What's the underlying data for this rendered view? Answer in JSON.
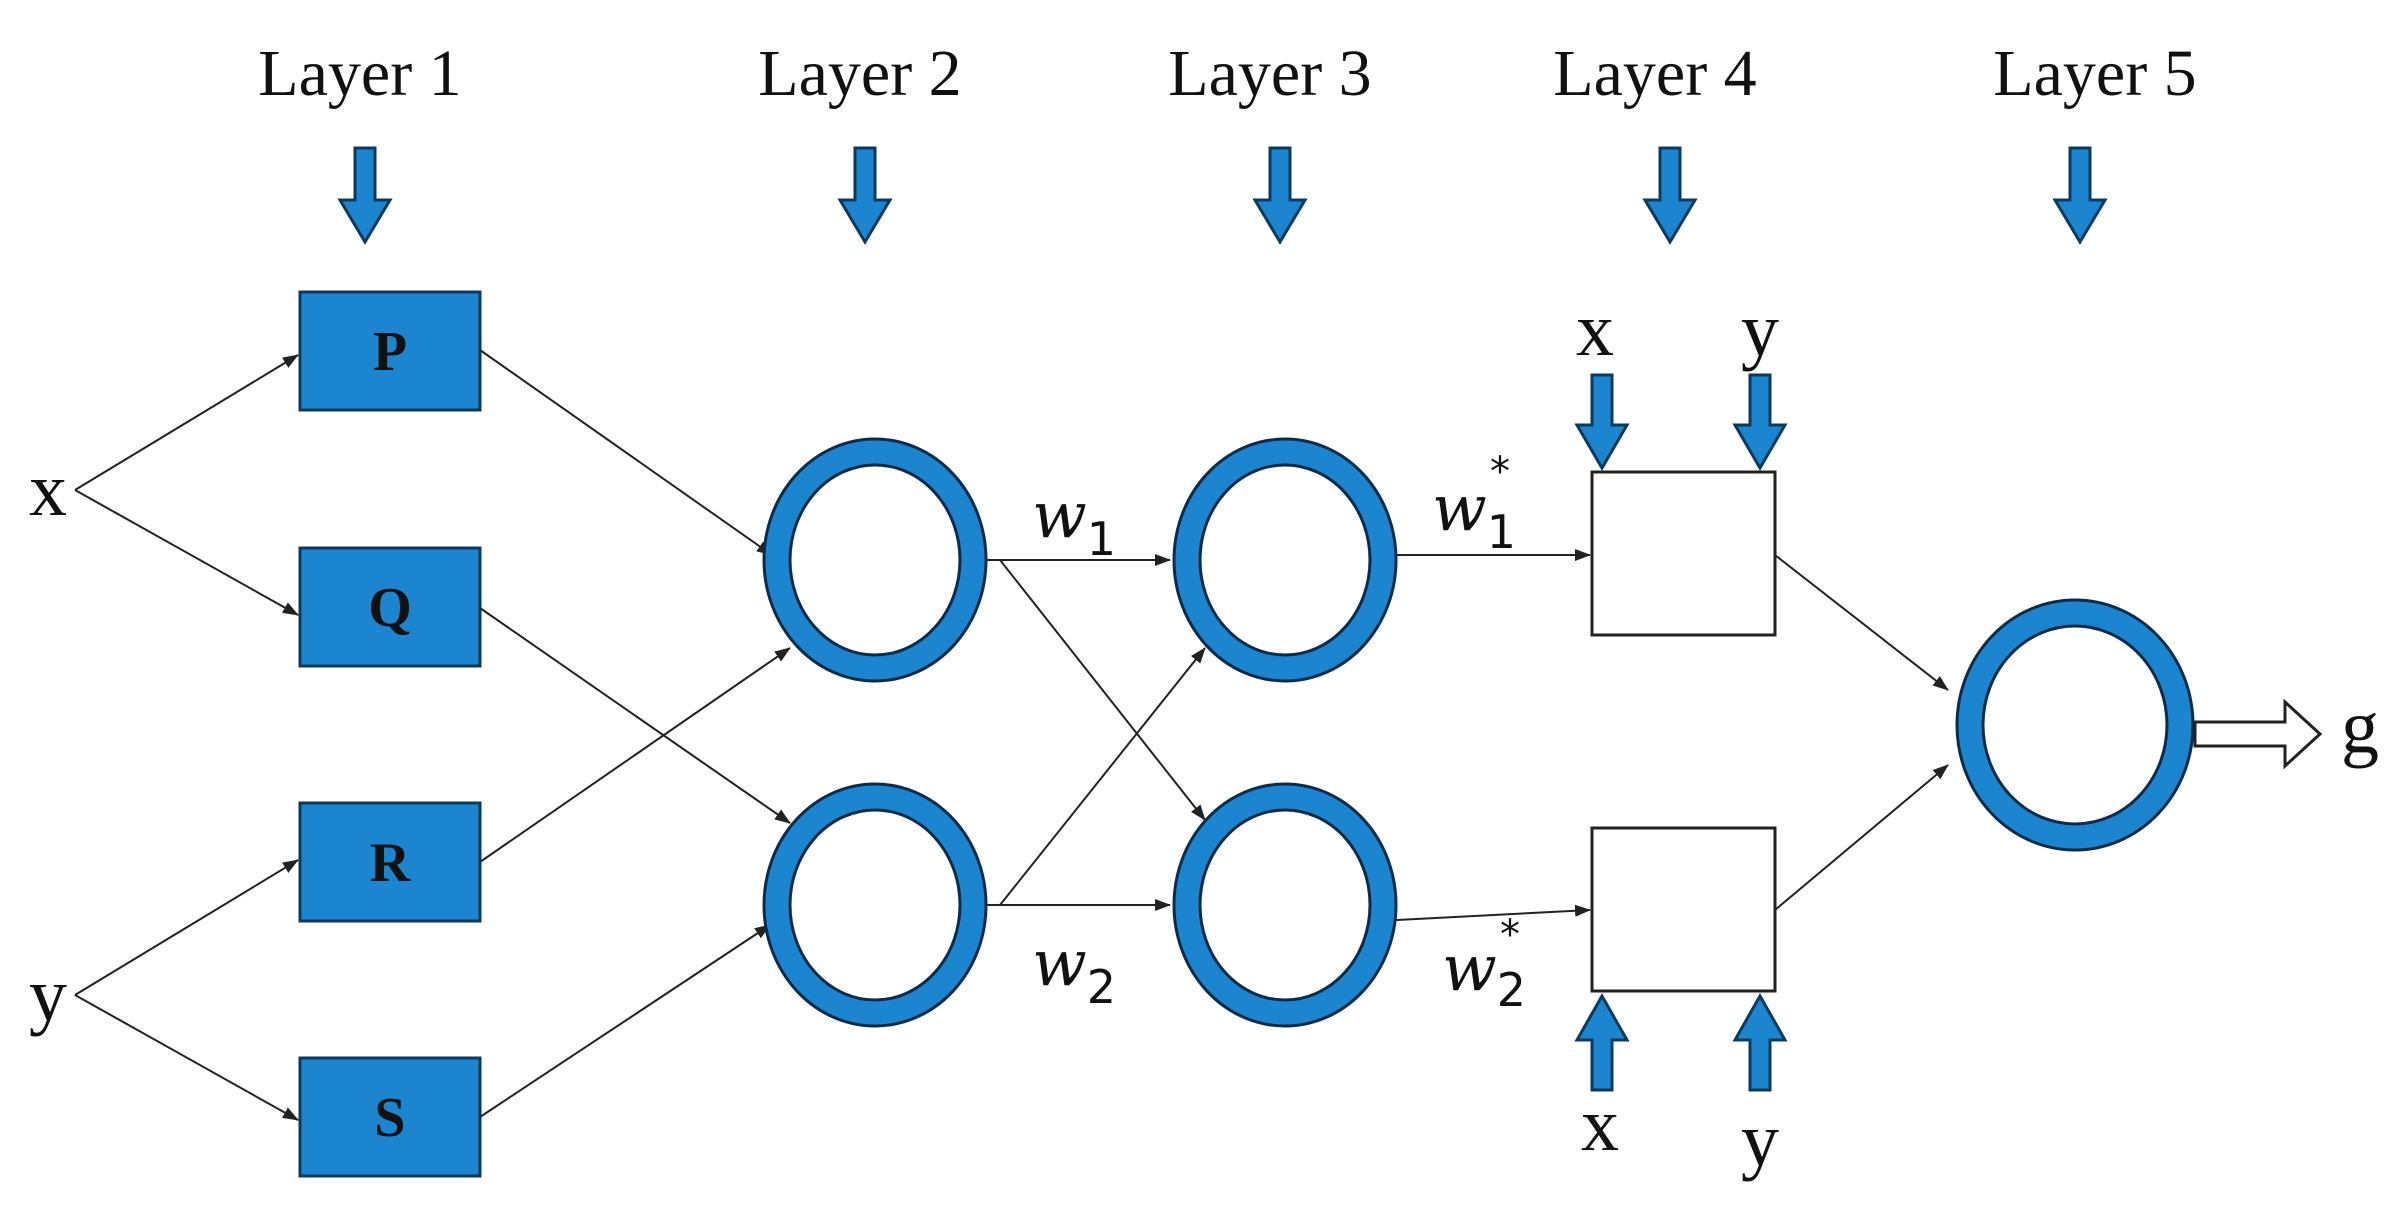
{
  "layers": [
    "Layer 1",
    "Layer 2",
    "Layer 3",
    "Layer 4",
    "Layer 5"
  ],
  "inputs": {
    "x": "x",
    "y": "y"
  },
  "layer1_nodes": [
    "P",
    "Q",
    "R",
    "S"
  ],
  "weights": {
    "w1": {
      "base": "w",
      "sub": "1"
    },
    "w2": {
      "base": "w",
      "sub": "2"
    },
    "w1_star": {
      "base": "w",
      "sub": "1",
      "sup": "*"
    },
    "w2_star": {
      "base": "w",
      "sub": "2",
      "sup": "*"
    }
  },
  "layer4_inputs": {
    "top": [
      "x",
      "y"
    ],
    "bottom": [
      "x",
      "y"
    ]
  },
  "output": "g",
  "colors": {
    "accent": "#1b86cf",
    "outline": "#0d3a5c",
    "line": "#222222"
  }
}
